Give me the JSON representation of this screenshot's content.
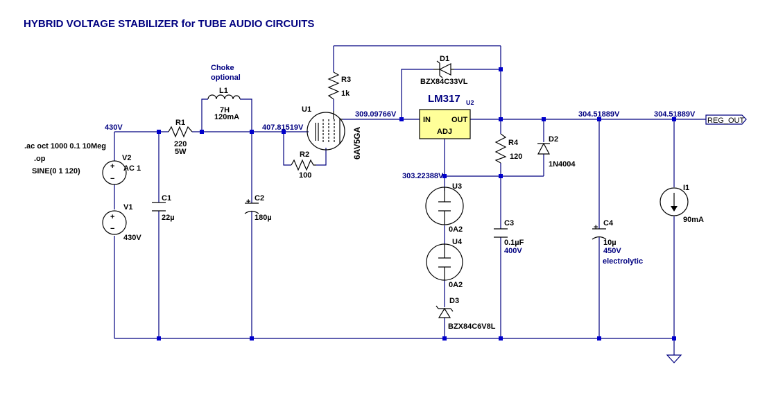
{
  "title": "HYBRID VOLTAGE STABILIZER for TUBE AUDIO CIRCUITS",
  "colors": {
    "wire": "#000080",
    "component": "#000000",
    "junction": "#0000cc",
    "ic_fill": "#ffff99",
    "annotation": "#000080"
  },
  "directives": {
    "ac": ".ac oct 1000 0.1 10Meg",
    "op": ".op",
    "sine": "SINE(0 1 120)"
  },
  "nodes": {
    "n1": "430V",
    "n2": "407.81519V",
    "n3": "309.09766V",
    "n4": "304.51889V",
    "n5": "304.51889V",
    "n6": "303.22388V",
    "out_label": "REG_OUT"
  },
  "components": {
    "v2": {
      "name": "V2",
      "value": "AC 1"
    },
    "v1": {
      "name": "V1",
      "value": "430V"
    },
    "r1": {
      "name": "R1",
      "value": "220",
      "extra": "5W"
    },
    "l1": {
      "name": "L1",
      "value": "7H",
      "extra": "120mA",
      "note1": "Choke",
      "note2": "optional"
    },
    "c1": {
      "name": "C1",
      "value": "22µ"
    },
    "c2": {
      "name": "C2",
      "value": "180µ"
    },
    "u1": {
      "name": "U1",
      "value": "6AV5GA"
    },
    "r2": {
      "name": "R2",
      "value": "100"
    },
    "r3": {
      "name": "R3",
      "value": "1k"
    },
    "d1": {
      "name": "D1",
      "value": "BZX84C33VL"
    },
    "u2": {
      "name": "LM317",
      "ref": "U2",
      "in": "IN",
      "out": "OUT",
      "adj": "ADJ"
    },
    "r4": {
      "name": "R4",
      "value": "120"
    },
    "d2": {
      "name": "D2",
      "value": "1N4004"
    },
    "u3": {
      "name": "U3",
      "value": "0A2"
    },
    "u4": {
      "name": "U4",
      "value": "0A2"
    },
    "d3": {
      "name": "D3",
      "value": "BZX84C6V8L"
    },
    "c3": {
      "name": "C3",
      "value": "0.1µF",
      "extra": "400V"
    },
    "c4": {
      "name": "C4",
      "value": "10µ",
      "extra": "450V",
      "note": "electrolytic"
    },
    "i1": {
      "name": "I1",
      "value": "90mA"
    }
  }
}
